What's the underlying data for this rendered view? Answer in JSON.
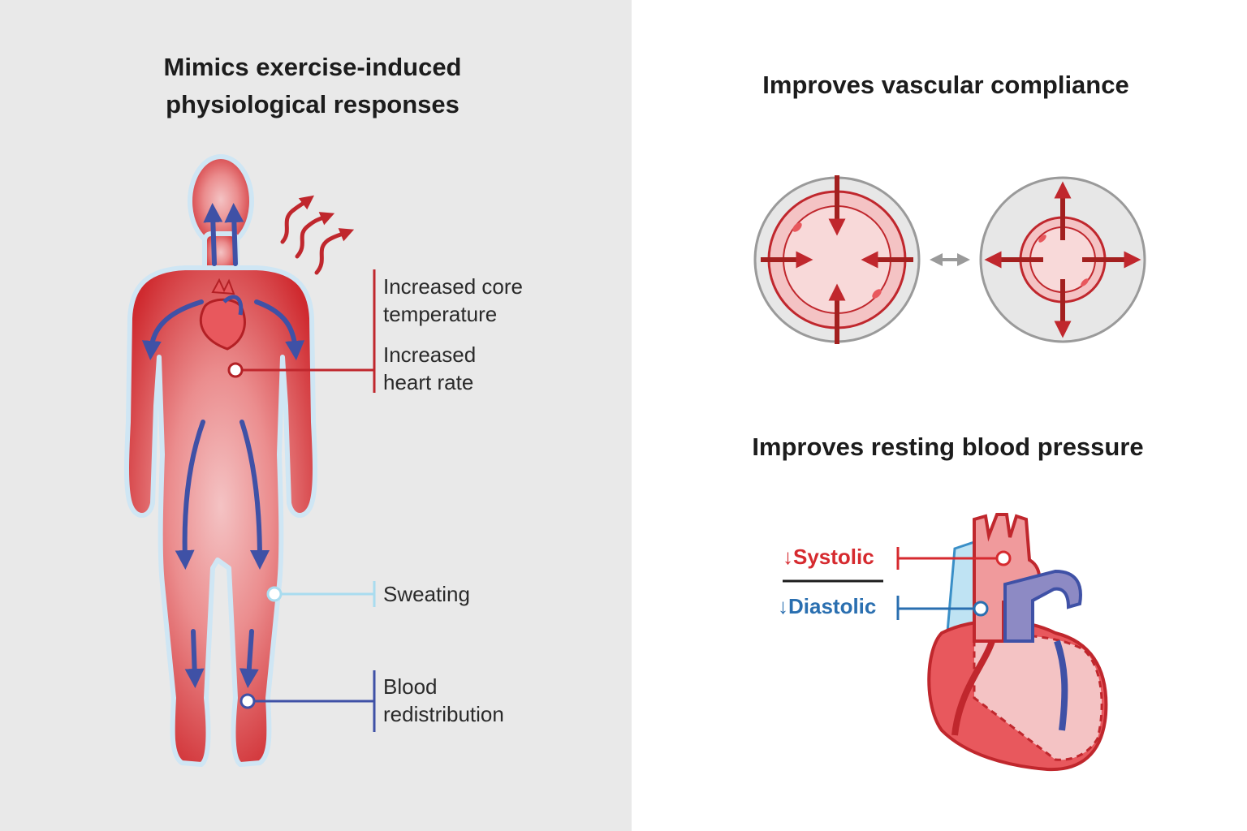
{
  "left": {
    "heading_line1": "Mimics exercise-induced",
    "heading_line2": "physiological responses",
    "labels": {
      "core_temp_line1": "Increased core",
      "core_temp_line2": "temperature",
      "heart_rate_line1": "Increased",
      "heart_rate_line2": "heart rate",
      "sweating": "Sweating",
      "blood_line1": "Blood",
      "blood_line2": "redistribution"
    }
  },
  "right": {
    "vascular_heading": "Improves vascular compliance",
    "bp_heading": "Improves resting blood pressure",
    "systolic": {
      "arrow": "↓",
      "label": "Systolic"
    },
    "diastolic": {
      "arrow": "↓",
      "label": "Diastolic"
    }
  },
  "colors": {
    "red": "#c0272d",
    "blue": "#3f51a6",
    "light_blue": "#a9dcef",
    "panel_gray": "#e9e9e9",
    "systolic_red": "#d62a2f",
    "diastolic_blue": "#2a6fb0"
  }
}
